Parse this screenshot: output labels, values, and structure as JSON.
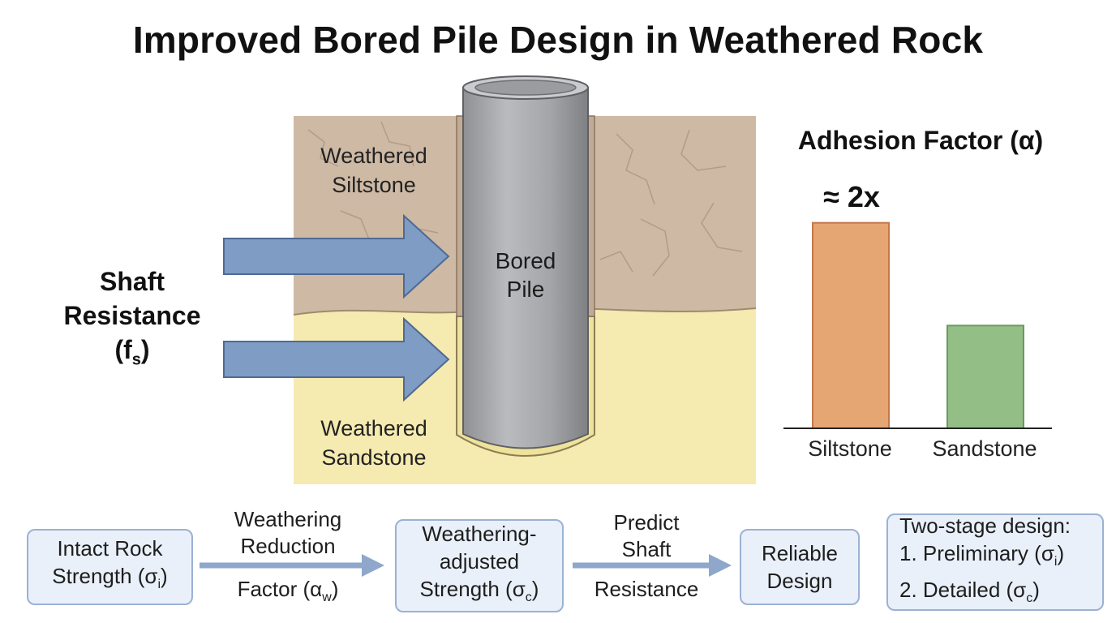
{
  "title": "Improved Bored Pile Design in Weathered Rock",
  "diagram": {
    "shaft_resistance": {
      "line1": "Shaft",
      "line2": "Resistance",
      "symbol": "(f",
      "symbol_sub": "s",
      "symbol_end": ")"
    },
    "upper_layer": {
      "line1": "Weathered",
      "line2": "Siltstone"
    },
    "lower_layer": {
      "line1": "Weathered",
      "line2": "Sandstone"
    },
    "pile": {
      "line1": "Bored",
      "line2": "Pile"
    },
    "colors": {
      "siltstone": "#cdb9a4",
      "sandstone": "#f5eab0",
      "pile": "#a9abae",
      "arrow": "#7f9cc4",
      "bar_siltstone": "#e5a674",
      "bar_sandstone": "#93be86"
    }
  },
  "chart_data": {
    "type": "bar",
    "title": "Adhesion Factor (α)",
    "categories": [
      "Siltstone",
      "Sandstone"
    ],
    "values": [
      2.0,
      1.0
    ],
    "annotation": "≈ 2x",
    "ylim": [
      0,
      2.1
    ],
    "grid": false,
    "xlabel": "",
    "ylabel": ""
  },
  "flow": {
    "box1": {
      "line1": "Intact Rock",
      "line2_pre": "Strength (σ",
      "line2_sub": "i",
      "line2_post": ")"
    },
    "arrow1": {
      "line1": "Weathering",
      "line2": "Reduction",
      "line3_pre": "Factor (α",
      "line3_sub": "w",
      "line3_post": ")"
    },
    "box2": {
      "line1": "Weathering-",
      "line2": "adjusted",
      "line3_pre": "Strength (σ",
      "line3_sub": "c",
      "line3_post": ")"
    },
    "arrow2": {
      "line1": "Predict",
      "line2": "Shaft",
      "line3": "Resistance"
    },
    "box3": {
      "line1": "Reliable",
      "line2": "Design"
    },
    "box4": {
      "line1": "Two-stage design:",
      "line2_pre": "1. Preliminary (σ",
      "line2_sub": "i",
      "line2_post": ")",
      "line3_pre": "2. Detailed (σ",
      "line3_sub": "c",
      "line3_post": ")"
    }
  }
}
